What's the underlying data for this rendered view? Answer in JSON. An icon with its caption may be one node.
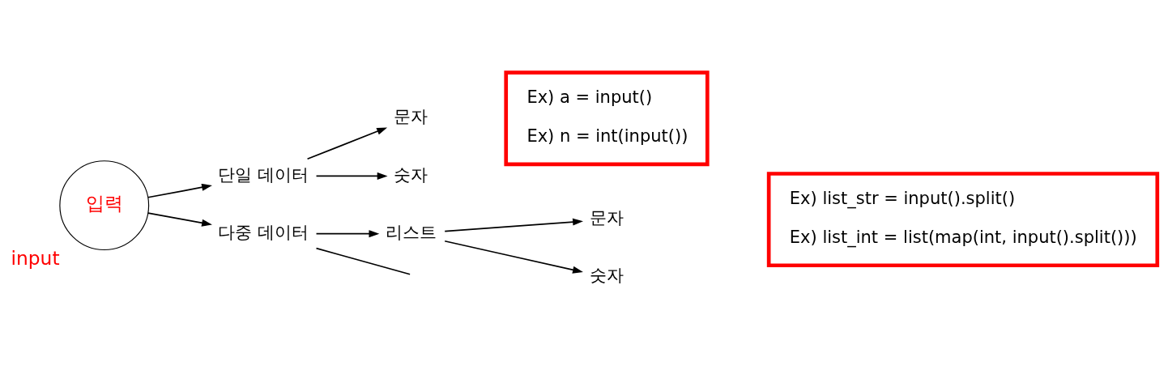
{
  "diagram": {
    "nodes": [
      {
        "text": [
          "입력"
        ],
        "beside": [
          "input"
        ]
      },
      {
        "text": [
          "단일 데이터"
        ]
      },
      {
        "text": [
          "문자"
        ]
      },
      {
        "text": [
          "숫자"
        ]
      },
      {
        "text": [
          "Ex) a = input()",
          "Ex) n = int(input())"
        ]
      },
      {
        "text": [
          "다중 데이터"
        ]
      },
      {
        "text": [
          "리스트"
        ]
      },
      {
        "text": [
          "문자"
        ]
      },
      {
        "text": [
          "숫자"
        ]
      },
      {
        "text": [
          "Ex) list_str = input().split()",
          "Ex) list_int = list(map(int, input().split()))"
        ]
      }
    ],
    "edges": [
      {
        "from": 0,
        "to": 1,
        "arrow": "to"
      },
      {
        "from": 0,
        "to": 5,
        "arrow": "to"
      },
      {
        "from": 1,
        "to": 2,
        "arrow": "to"
      },
      {
        "from": 1,
        "to": 3,
        "arrow": "to"
      },
      {
        "from": 5,
        "to": 6,
        "arrow": "to"
      },
      {
        "from": 5,
        "to": null,
        "arrow": "none"
      },
      {
        "from": 6,
        "to": 7,
        "arrow": "to"
      },
      {
        "from": 6,
        "to": 8,
        "arrow": "to"
      }
    ]
  }
}
